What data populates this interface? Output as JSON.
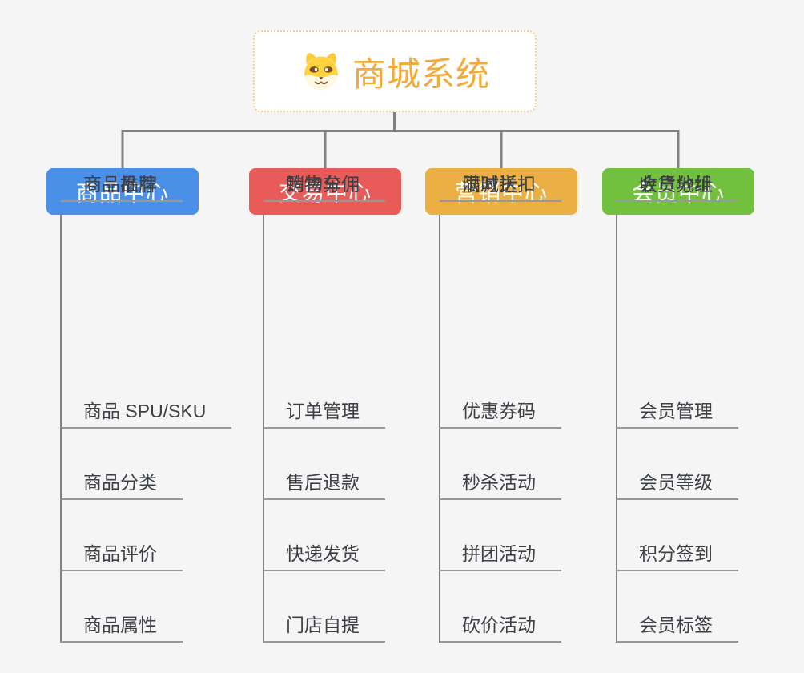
{
  "page": {
    "background_color": "#F5F5F5",
    "connector_color": "#808080",
    "underline_color": "#989898"
  },
  "root": {
    "title": "商城系统",
    "icon": "shiba-dog-icon",
    "title_color": "#F4A93B",
    "border_color": "#F7CE8F",
    "background": "#FFFFFF"
  },
  "branches": [
    {
      "label": "商品中心",
      "color": "#4A90E8",
      "items": [
        "商品 SPU/SKU",
        "商品分类",
        "商品评价",
        "商品属性",
        "商品推荐",
        "商品品牌"
      ]
    },
    {
      "label": "交易中心",
      "color": "#E85B58",
      "items": [
        "订单管理",
        "售后退款",
        "快递发货",
        "门店自提",
        "购物车",
        "销售分佣"
      ]
    },
    {
      "label": "营销中心",
      "color": "#ECAF43",
      "items": [
        "优惠券码",
        "秒杀活动",
        "拼团活动",
        "砍价活动",
        "限时折扣",
        "满减送"
      ]
    },
    {
      "label": "会员中心",
      "color": "#71C13F",
      "items": [
        "会员管理",
        "会员等级",
        "积分签到",
        "会员标签",
        "会员分组",
        "收货地址"
      ]
    }
  ]
}
